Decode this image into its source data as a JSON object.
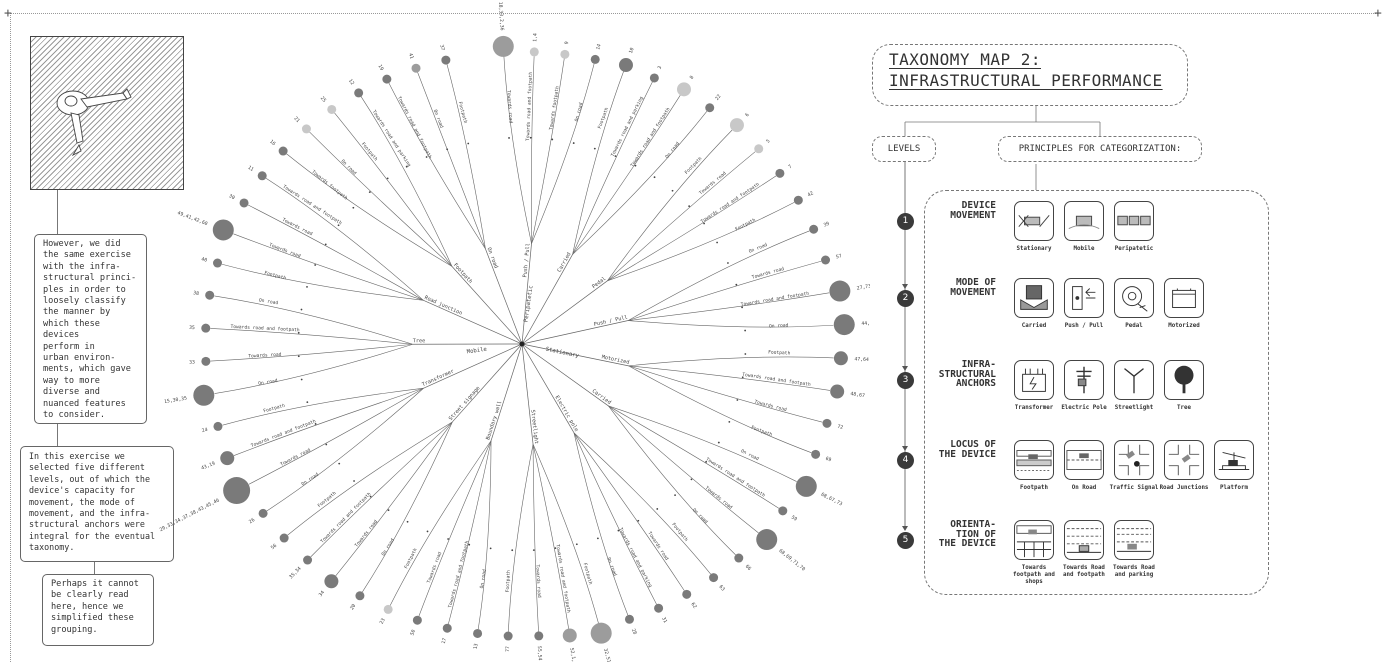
{
  "colors": {
    "node_dark": "#7a7a7a",
    "node_mid": "#9c9c9c",
    "node_light": "#c8c8c8",
    "line": "#666666"
  },
  "notes": {
    "note1": "However, we did\nthe same exercise\nwith the infra-\nstructural princi-\nples in order to\nloosely classify\nthe manner by\nwhich these devices\nperform in\nurban environ-\nments, which gave\nway to more\ndiverse and\nnuanced features\nto consider.",
    "note2": "In this exercise we\nselected five different\nlevels, out of which the\ndevice's capacity for\nmovement, the mode of\nmovement, and the infra-\nstructural anchors were\nintegral for the eventual\ntaxonomy.",
    "note3": "Perhaps it cannot\nbe clearly read\nhere, hence we\nsimplified these\ngrouping."
  },
  "title": {
    "line1": "TAXONOMY MAP 2:",
    "line2": "INFRASTRUCTURAL PERFORMANCE"
  },
  "headers": {
    "levels": "LEVELS",
    "principles": "PRINCIPLES FOR CATEGORIZATION:"
  },
  "levels": [
    {
      "num": "1",
      "title": "DEVICE\nMOVEMENT",
      "items": [
        {
          "label": "Stationary",
          "icon": "stationary-icon"
        },
        {
          "label": "Mobile",
          "icon": "mobile-icon"
        },
        {
          "label": "Peripatetic",
          "icon": "peripatetic-icon"
        }
      ]
    },
    {
      "num": "2",
      "title": "MODE OF\nMOVEMENT",
      "items": [
        {
          "label": "Carried",
          "icon": "carried-icon"
        },
        {
          "label": "Push / Pull",
          "icon": "push-pull-icon"
        },
        {
          "label": "Pedal",
          "icon": "pedal-icon"
        },
        {
          "label": "Motorized",
          "icon": "motorized-icon"
        }
      ]
    },
    {
      "num": "3",
      "title": "INFRA-\nSTRUCTURAL\nANCHORS",
      "items": [
        {
          "label": "Transformer",
          "icon": "transformer-icon"
        },
        {
          "label": "Electric Pole",
          "icon": "electric-pole-icon"
        },
        {
          "label": "Streetlight",
          "icon": "streetlight-icon"
        },
        {
          "label": "Tree",
          "icon": "tree-icon"
        }
      ]
    },
    {
      "num": "4",
      "title": "LOCUS OF\nTHE DEVICE",
      "items": [
        {
          "label": "Footpath",
          "icon": "footpath-icon"
        },
        {
          "label": "On Road",
          "icon": "on-road-icon"
        },
        {
          "label": "Traffic Signal",
          "icon": "traffic-signal-icon"
        },
        {
          "label": "Road Junctions",
          "icon": "road-junction-icon"
        },
        {
          "label": "Platform",
          "icon": "platform-icon"
        }
      ]
    },
    {
      "num": "5",
      "title": "ORIENTA-\nTION OF\nTHE DEVICE",
      "items": [
        {
          "label": "Towards\nfootpath and\nshops",
          "icon": "towards-footpath-icon"
        },
        {
          "label": "Towards Road\nand footpath",
          "icon": "towards-road-footpath-icon"
        },
        {
          "label": "Towards Road\nand parking",
          "icon": "towards-road-parking-icon"
        }
      ]
    }
  ],
  "tree": {
    "root_groups": [
      "Mobile",
      "Stationary",
      "Peripatetic"
    ],
    "mid_labels": [
      "Push / Pull",
      "Carried",
      "Pedal",
      "Push / Pull",
      "Motorized",
      "Carried",
      "Electric pole",
      "Streetlight",
      "Boundary wall",
      "Street signage",
      "Transformer",
      "Tree",
      "Road junction",
      "Footpath",
      "On road"
    ],
    "leaf_labels": [
      "Towards road",
      "Towards road and footpath",
      "Towards footpath",
      "On road",
      "Footpath",
      "Towards road and parking",
      "Towards road and footpath",
      "On road",
      "Footpath",
      "Towards road",
      "Towards road and footpath",
      "Footpath",
      "On road",
      "Towards road",
      "Towards road and footpath",
      "On road",
      "Footpath",
      "Towards road and footpath",
      "Towards road",
      "Footpath",
      "On road",
      "Towards road and footpath",
      "Towards road",
      "On road",
      "Footpath",
      "Towards road",
      "Towards road and parking",
      "On road",
      "Footpath",
      "Towards road and footpath",
      "Towards road",
      "Footpath",
      "On road",
      "Towards road and footpath",
      "Towards road",
      "Footpath",
      "On road",
      "Towards road",
      "Towards road and footpath",
      "Footpath",
      "On road",
      "Towards road",
      "Towards road and footpath",
      "Footpath",
      "On road",
      "Towards road",
      "Towards road and footpath",
      "On road",
      "Footpath",
      "Towards road"
    ],
    "node_labels": [
      "18,33,2,36",
      "1,4",
      "9",
      "14",
      "10",
      "3",
      "8",
      "22",
      "6",
      "5",
      "7",
      "42",
      "39",
      "57",
      "27,73,74,75",
      "44,67,71",
      "47,64",
      "48,67",
      "72",
      "69",
      "68,67,73",
      "59",
      "68,69,71,70",
      "66",
      "63",
      "62",
      "31",
      "28",
      "32,51,52,53",
      "52,1,52,53",
      "55,54",
      "77",
      "13",
      "17",
      "50",
      "23",
      "20",
      "34",
      "35,34",
      "56",
      "26",
      "29,33,34,37,38,43,45,46",
      "43,19",
      "24",
      "15,30,35",
      "33",
      "35",
      "38",
      "40",
      "49,41,42,60",
      "30",
      "11",
      "16",
      "21",
      "25",
      "12",
      "19",
      "41",
      "37"
    ],
    "node_sizes": [
      3,
      1,
      1,
      1,
      2,
      1,
      2,
      1,
      2,
      1,
      1,
      1,
      1,
      1,
      3,
      3,
      2,
      2,
      1,
      1,
      3,
      1,
      3,
      1,
      1,
      1,
      1,
      1,
      3,
      2,
      1,
      1,
      1,
      1,
      1,
      1,
      1,
      2,
      1,
      1,
      1,
      4,
      2,
      1,
      3,
      1,
      1,
      1,
      1,
      3,
      1,
      1,
      1,
      1,
      1,
      1,
      1,
      1,
      1
    ],
    "node_shades": [
      "mid",
      "light",
      "light",
      "dark",
      "dark",
      "dark",
      "light",
      "dark",
      "light",
      "light",
      "dark",
      "dark",
      "dark",
      "dark",
      "dark",
      "dark",
      "dark",
      "dark",
      "dark",
      "dark",
      "dark",
      "dark",
      "dark",
      "dark",
      "dark",
      "dark",
      "dark",
      "dark",
      "mid",
      "mid",
      "dark",
      "dark",
      "dark",
      "dark",
      "dark",
      "light",
      "dark",
      "dark",
      "dark",
      "dark",
      "dark",
      "dark",
      "dark",
      "dark",
      "dark",
      "dark",
      "dark",
      "dark",
      "dark",
      "dark",
      "dark",
      "dark",
      "dark",
      "light",
      "light",
      "dark",
      "dark",
      "mid",
      "dark"
    ]
  }
}
